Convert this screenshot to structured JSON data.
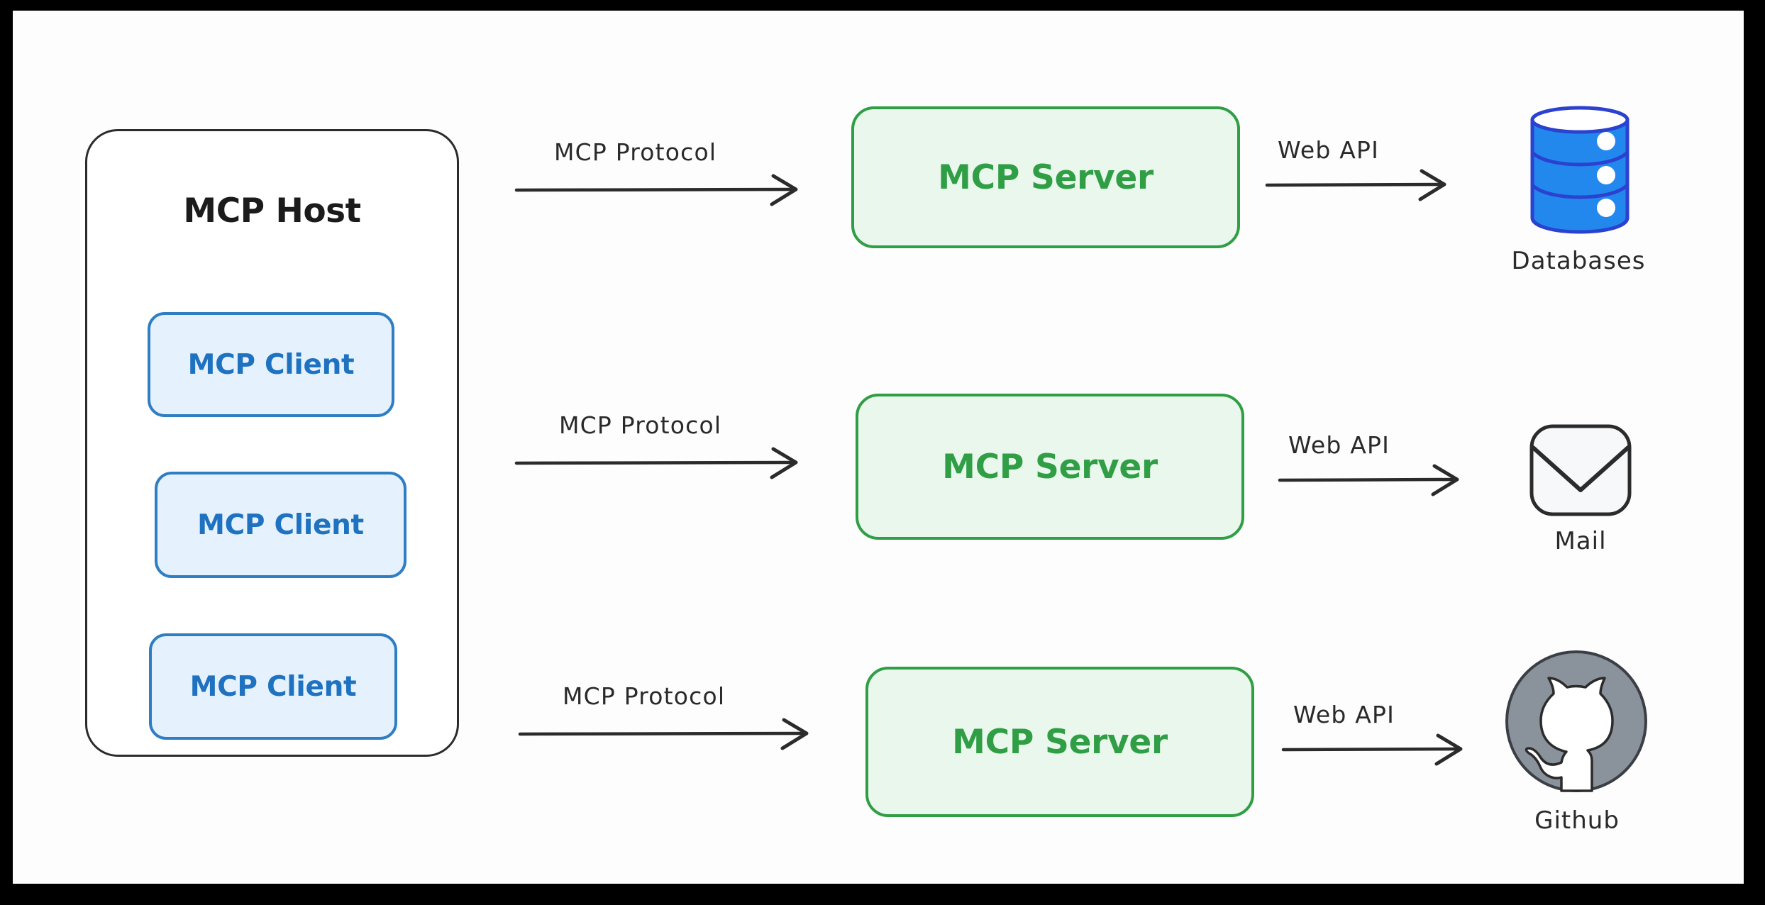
{
  "diagram": {
    "title": "MCP Host / MCP Server architecture",
    "background_color": "#fdfdfd",
    "frame_color": "#000000"
  },
  "host": {
    "title": "MCP Host",
    "border_color": "#2b2b2b",
    "clients": [
      {
        "label": "MCP Client"
      },
      {
        "label": "MCP Client"
      },
      {
        "label": "MCP Client"
      }
    ],
    "client_colors": {
      "fill": "#e5f2fd",
      "border": "#2f7ec4",
      "text": "#1f72c0"
    }
  },
  "servers": [
    {
      "label": "MCP Server"
    },
    {
      "label": "MCP Server"
    },
    {
      "label": "MCP Server"
    }
  ],
  "server_colors": {
    "fill": "#e9f7ec",
    "border": "#2f9e44",
    "text": "#2f9e44"
  },
  "protocol_arrows": [
    {
      "label": "MCP Protocol"
    },
    {
      "label": "MCP Protocol"
    },
    {
      "label": "MCP Protocol"
    }
  ],
  "api_arrows": [
    {
      "label": "Web API"
    },
    {
      "label": "Web API"
    },
    {
      "label": "Web API"
    }
  ],
  "endpoints": [
    {
      "label": "Databases",
      "icon": "database-icon",
      "color": "#2288ee"
    },
    {
      "label": "Mail",
      "icon": "envelope-icon",
      "color": "#f7f9fa"
    },
    {
      "label": "Github",
      "icon": "github-icon",
      "color": "#8a929c"
    }
  ]
}
